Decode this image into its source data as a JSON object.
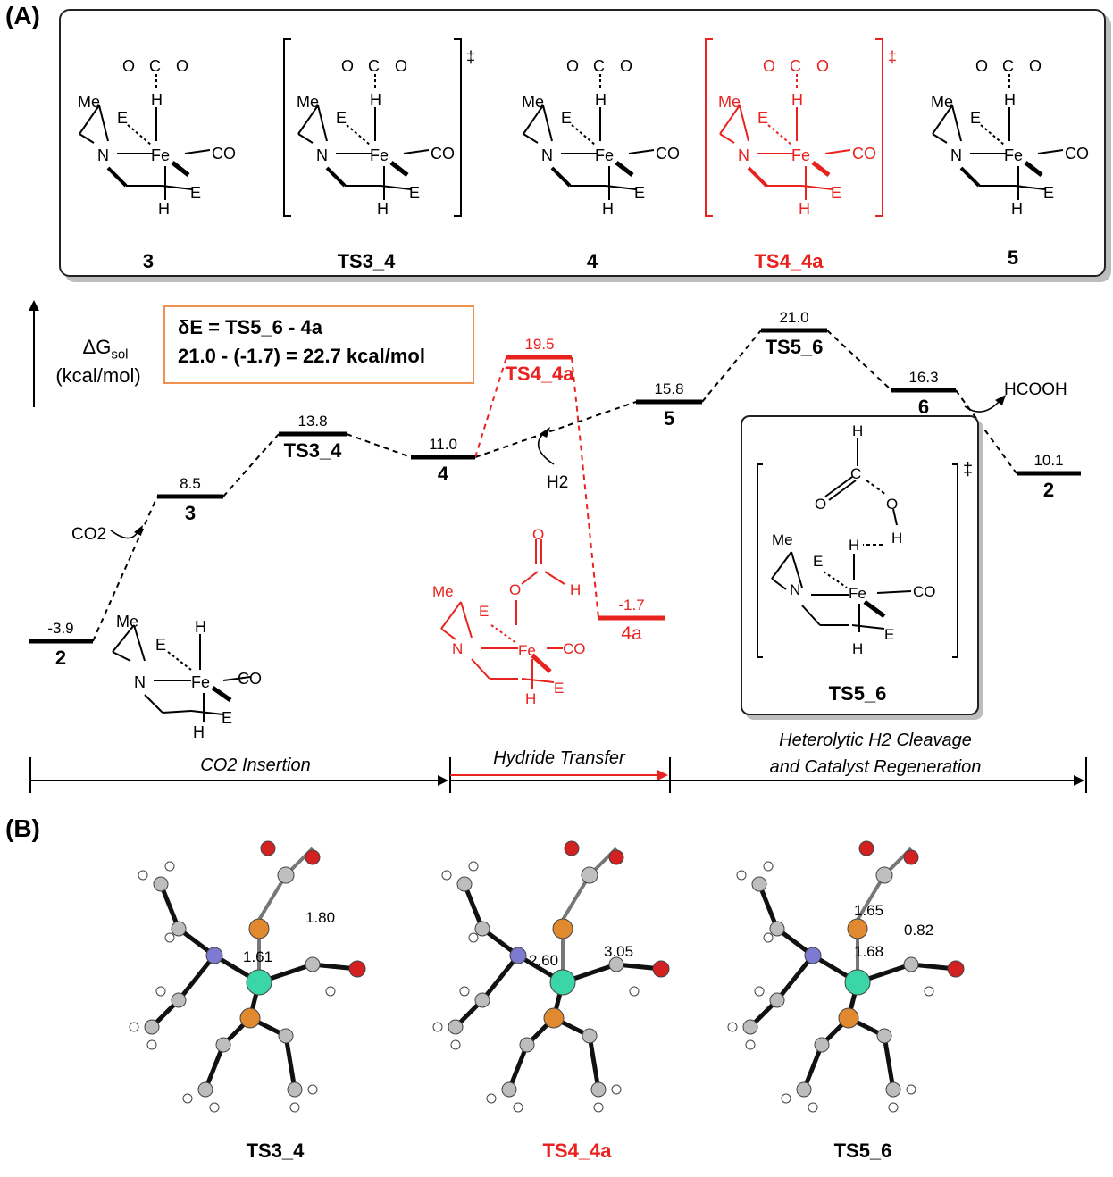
{
  "panel_a_label": "(A)",
  "panel_b_label": "(B)",
  "top_structures": [
    {
      "label": "3",
      "color": "#000000"
    },
    {
      "label": "TS3_4",
      "color": "#000000"
    },
    {
      "label": "4",
      "color": "#000000"
    },
    {
      "label": "TS4_4a",
      "color": "#e8231f"
    },
    {
      "label": "5",
      "color": "#000000"
    }
  ],
  "equation": {
    "line1": "δE = TS5_6 - 4a",
    "line2": "21.0 - (-1.7) = 22.7 kcal/mol"
  },
  "axis": {
    "title_main": "ΔG",
    "title_sub": "sol",
    "unit": "(kcal/mol)"
  },
  "levels": [
    {
      "name": "2",
      "value": "-3.9",
      "color": "#000000"
    },
    {
      "name": "3",
      "value": "8.5",
      "color": "#000000"
    },
    {
      "name": "TS3_4",
      "value": "13.8",
      "color": "#000000"
    },
    {
      "name": "4",
      "value": "11.0",
      "color": "#000000"
    },
    {
      "name": "TS4_4a",
      "value": "19.5",
      "color": "#e8231f"
    },
    {
      "name": "4a",
      "value": "-1.7",
      "color": "#e8231f"
    },
    {
      "name": "5",
      "value": "15.8",
      "color": "#000000"
    },
    {
      "name": "TS5_6",
      "value": "21.0",
      "color": "#000000"
    },
    {
      "name": "6",
      "value": "16.3",
      "color": "#000000"
    },
    {
      "name": "2",
      "value": "10.1",
      "color": "#000000"
    }
  ],
  "reagents": {
    "co2": "CO2",
    "h2": "H2",
    "hcooh": "HCOOH"
  },
  "inset_label": "TS5_6",
  "phases": {
    "co2_insertion": "CO2 Insertion",
    "hydride_transfer": "Hydride Transfer",
    "regen_line1": "Heterolytic H2 Cleavage",
    "regen_line2": "and Catalyst Regeneration"
  },
  "atoms": {
    "me": "Me",
    "e": "E",
    "n": "N",
    "fe": "Fe",
    "co": "CO",
    "h": "H",
    "o": "O",
    "c": "C",
    "ddagger": "‡"
  },
  "distances": {
    "ts34_a": "1.80",
    "ts34_b": "1.61",
    "ts44a_a": "2.60",
    "ts44a_b": "3.05",
    "ts56_a": "1.65",
    "ts56_b": "0.82",
    "ts56_c": "1.68"
  },
  "bottom_labels": [
    {
      "label": "TS3_4",
      "color": "#000000"
    },
    {
      "label": "TS4_4a",
      "color": "#e8231f"
    },
    {
      "label": "TS5_6",
      "color": "#000000"
    }
  ],
  "colors": {
    "red": "#e8231f",
    "black": "#000000",
    "orange_border": "#f0924f",
    "fe_atom": "#3ad6a8",
    "p_atom": "#e0892f",
    "n_atom": "#7c7ad1",
    "o_atom": "#d32020"
  }
}
